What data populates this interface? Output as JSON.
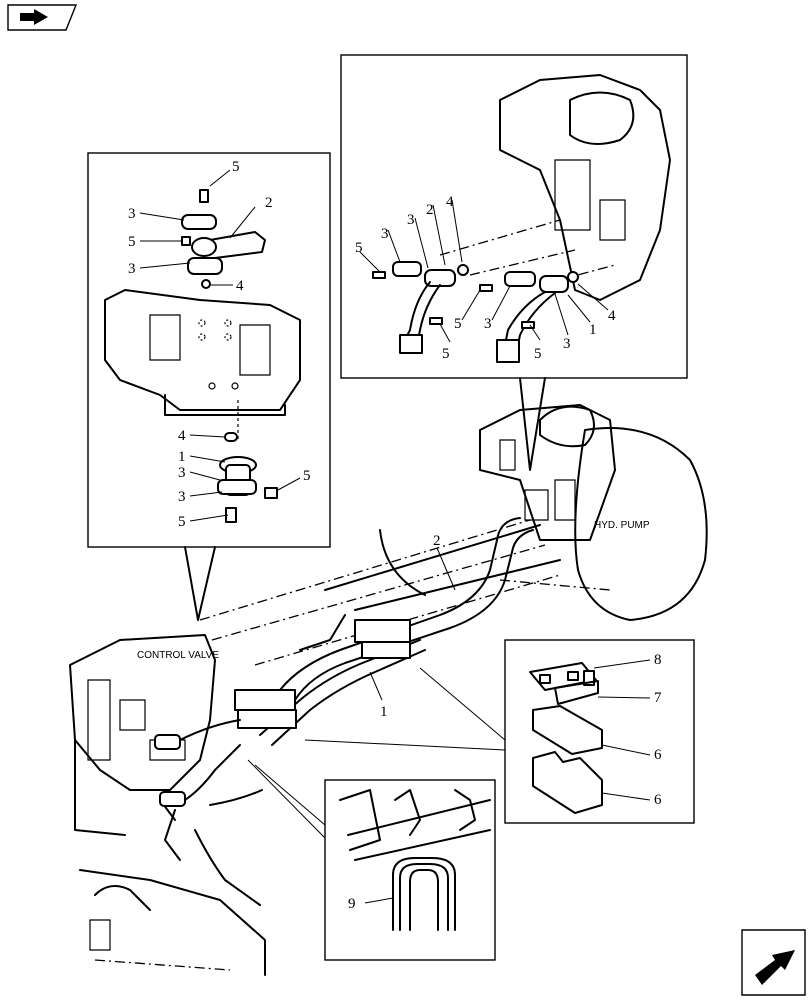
{
  "labels": {
    "hyd_pump": "HYD. PUMP",
    "control_valve": "CONTROL VALVE"
  },
  "callouts": {
    "n1": "1",
    "n2": "2",
    "n3": "3",
    "n4": "4",
    "n5": "5",
    "n6": "6",
    "n7": "7",
    "n8": "8",
    "n9": "9"
  },
  "icons": {
    "top_left": "book-arrow-icon",
    "bottom_right": "next-page-arrow-icon"
  }
}
